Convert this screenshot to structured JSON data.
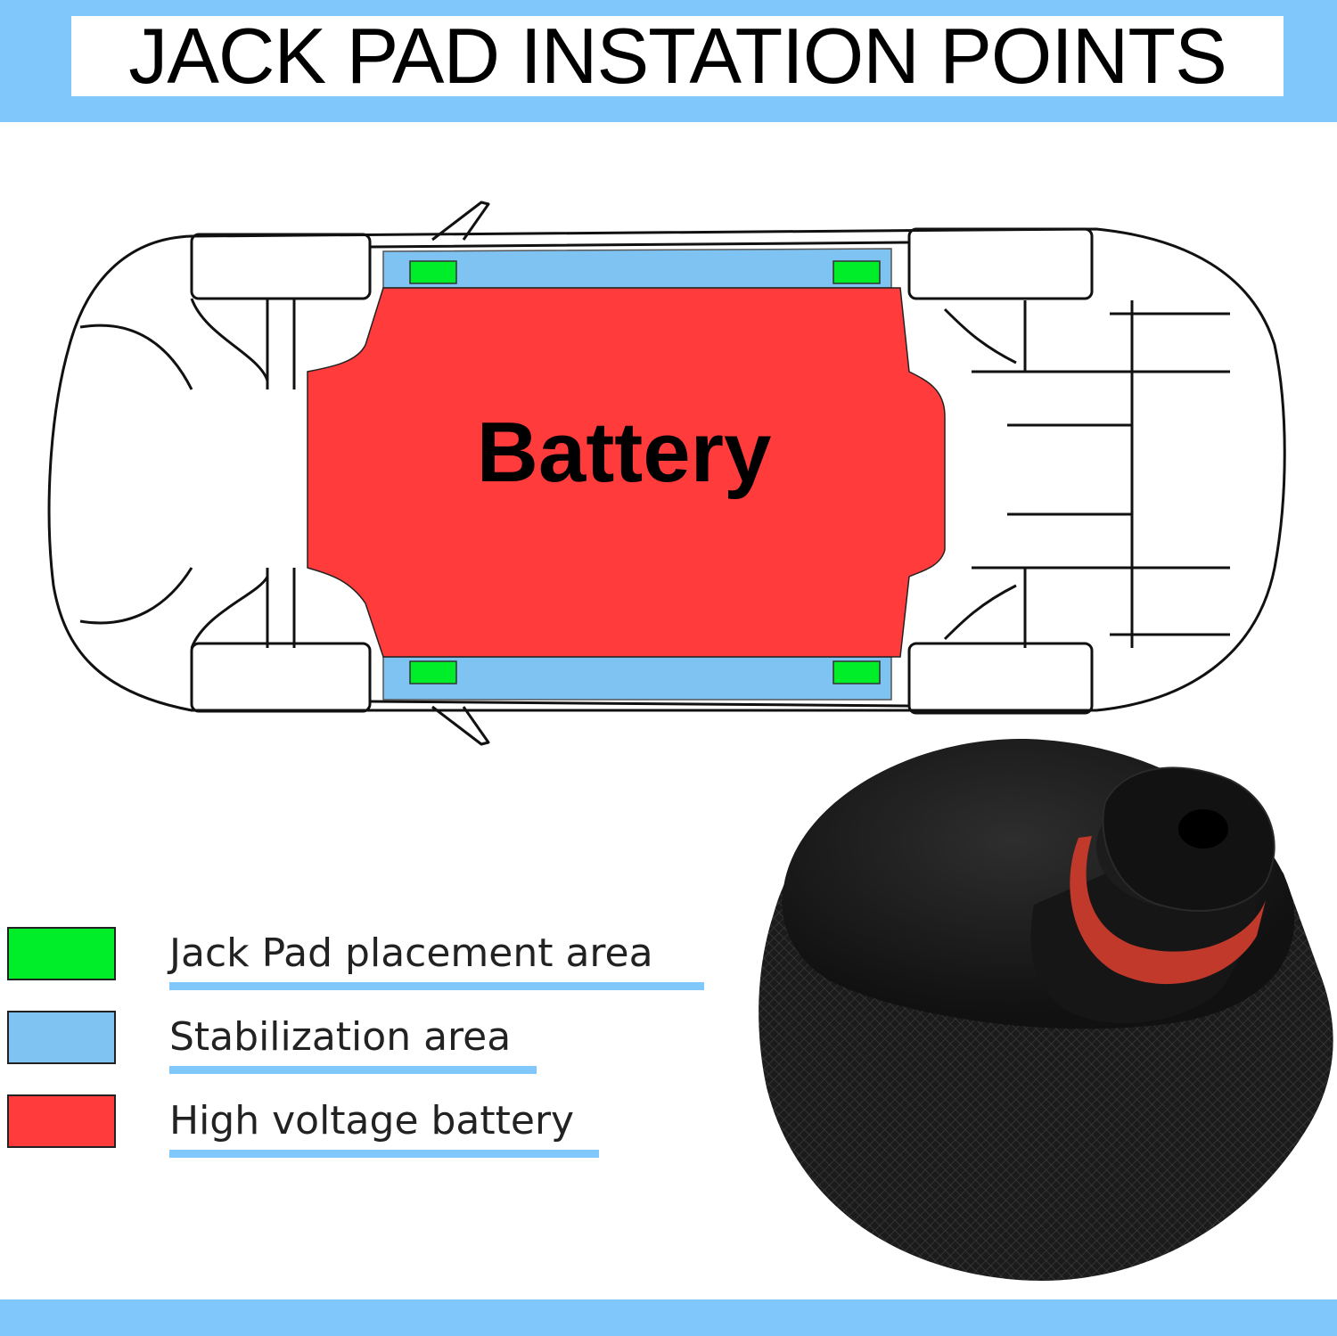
{
  "title": "JACK PAD INSTATION POINTS",
  "diagram": {
    "battery_label": "Battery"
  },
  "legend": {
    "items": [
      {
        "label": "Jack Pad placement area",
        "color": "#00ee2a"
      },
      {
        "label": "Stabilization area",
        "color": "#7ec3f2"
      },
      {
        "label": "High voltage battery",
        "color": "#ff3b3b"
      }
    ]
  },
  "colors": {
    "band": "#80c8fb",
    "underline": "#80c8fb",
    "outline": "#111111",
    "pad_body": "#1a1a1a",
    "pad_ring": "#c0392b"
  }
}
